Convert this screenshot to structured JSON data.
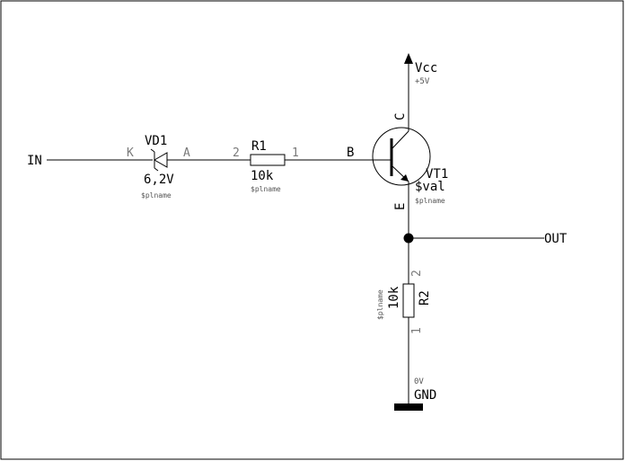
{
  "nets": {
    "input": "IN",
    "output": "OUT",
    "supply": "Vcc",
    "supply_value": "+5V",
    "ground": "GND",
    "ground_value": "0V"
  },
  "vd1": {
    "ref": "VD1",
    "value": "6,2V",
    "part": "$plname",
    "pin_k": "K",
    "pin_a": "A"
  },
  "r1": {
    "ref": "R1",
    "value": "10k",
    "part": "$plname",
    "pin_2": "2",
    "pin_1": "1"
  },
  "vt1": {
    "ref": "VT1",
    "value": "$val",
    "part": "$plname",
    "pin_b": "B",
    "pin_c": "C",
    "pin_e": "E"
  },
  "r2": {
    "ref": "R2",
    "value": "10k",
    "part": "$plname",
    "pin_2": "2",
    "pin_1": "1"
  }
}
